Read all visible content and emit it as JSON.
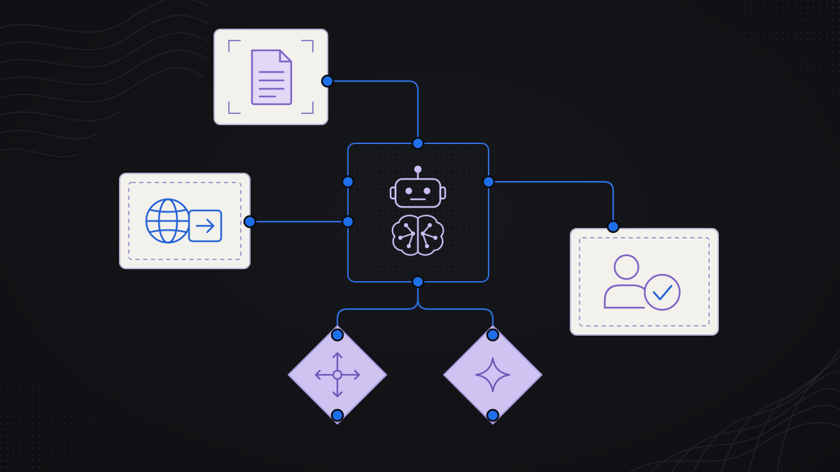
{
  "colors": {
    "background": "#121316",
    "connector": "#2f6fe0",
    "port_fill": "#1f6feb",
    "port_stroke": "#0b0c10",
    "card_fill": "#f3f1ec",
    "card_stroke": "#bdb4d6",
    "card_dash": "#8e82c2",
    "icon_purple": "#7c63c6",
    "icon_purple_fill": "#e2d9f7",
    "icon_blue": "#2563d6",
    "hub_fill": "#15171b",
    "hub_stroke": "#2f6fe0",
    "hub_icon": "#cbbcf2",
    "diamond_fill": "#cfc3f2",
    "diamond_stroke": "#a89ae0",
    "diamond_icon": "#6b58b8",
    "texture": "#2a2c33"
  },
  "nodes": [
    {
      "id": "document-node",
      "icon": "document-icon"
    },
    {
      "id": "web-input-node",
      "icon": "globe-arrow-icon"
    },
    {
      "id": "ai-agent-hub",
      "icon": "robot-icon",
      "secondary_icon": "brain-network-icon"
    },
    {
      "id": "user-approval-node",
      "icon": "user-check-icon"
    },
    {
      "id": "routing-diamond",
      "icon": "cross-arrows-icon"
    },
    {
      "id": "sparkle-diamond",
      "icon": "sparkle-icon"
    }
  ],
  "edges": [
    {
      "from": "document-node",
      "to": "ai-agent-hub"
    },
    {
      "from": "web-input-node",
      "to": "ai-agent-hub"
    },
    {
      "from": "ai-agent-hub",
      "to": "user-approval-node"
    },
    {
      "from": "ai-agent-hub",
      "to": "routing-diamond"
    },
    {
      "from": "ai-agent-hub",
      "to": "sparkle-diamond"
    }
  ]
}
